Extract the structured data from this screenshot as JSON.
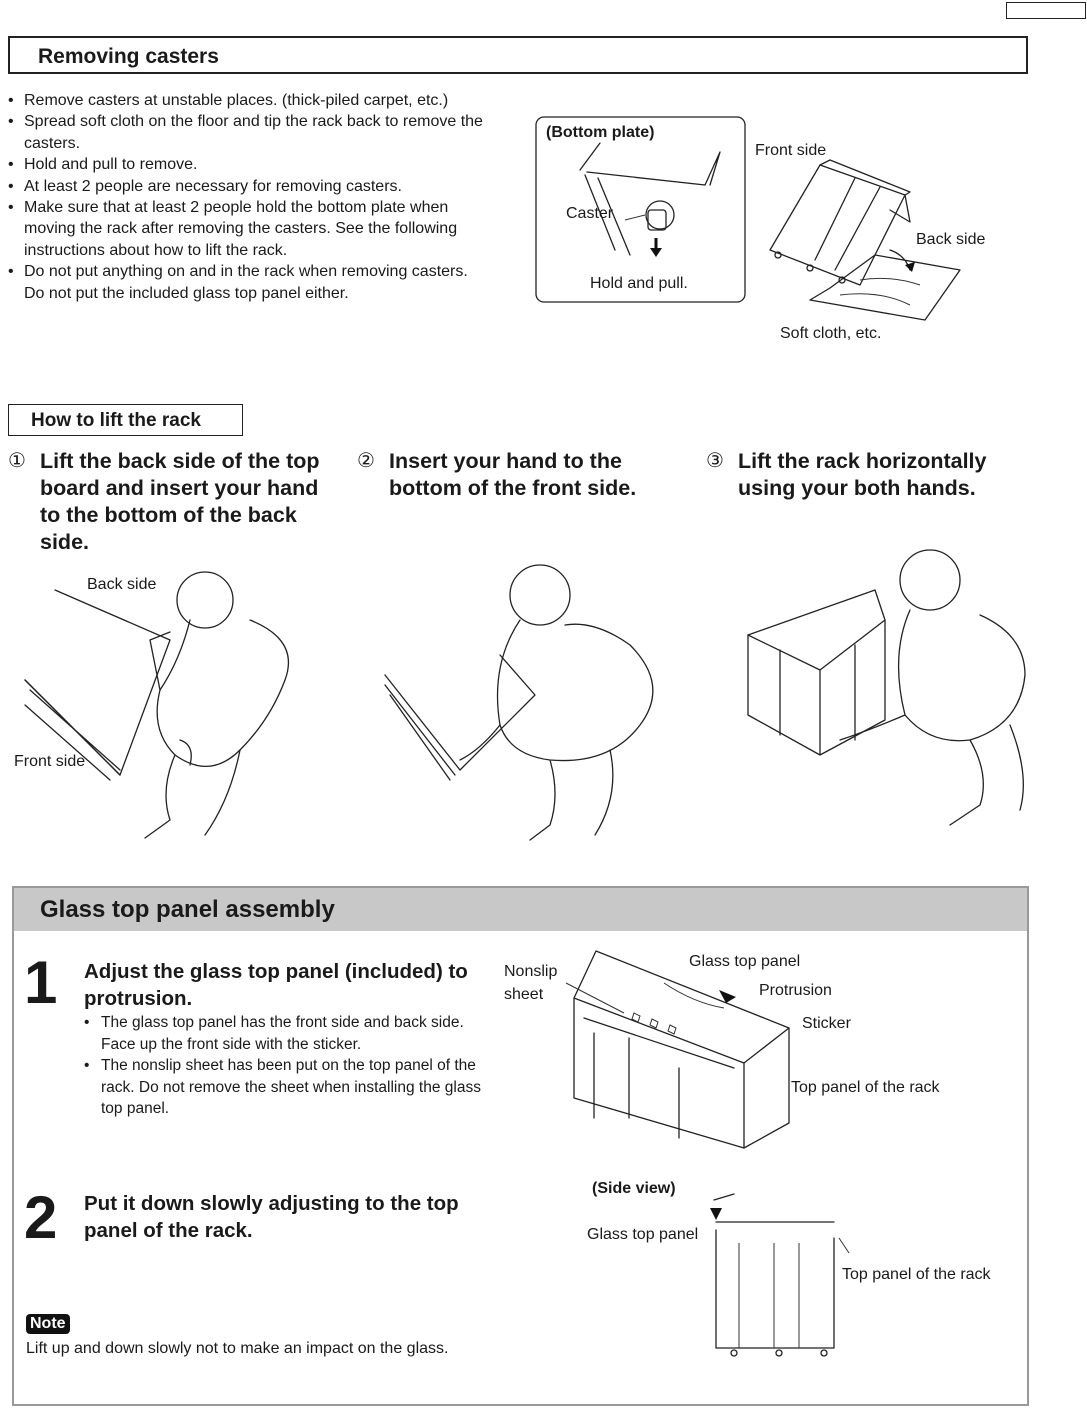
{
  "removing": {
    "heading": "Removing casters",
    "bullets": [
      "Remove casters at unstable places. (thick-piled carpet, etc.)",
      "Spread soft cloth on the floor and tip the rack back to remove the casters.",
      "Hold and pull to remove.",
      "At least 2 people are necessary for removing casters.",
      "Make sure that at least 2 people hold the bottom plate when moving the rack after removing the casters. See the following instructions about how to lift the rack.",
      "Do not put anything on and in the rack when removing casters. Do not put the included glass top panel either."
    ],
    "figure": {
      "bottom_plate": "(Bottom plate)",
      "caster": "Caster",
      "hold_and_pull": "Hold and pull.",
      "front_side": "Front side",
      "back_side": "Back side",
      "soft_cloth": "Soft cloth, etc."
    }
  },
  "lift": {
    "heading": "How to lift the rack",
    "steps": [
      {
        "num": "①",
        "text": "Lift the back side of the top board and insert your hand to the bottom of the back side."
      },
      {
        "num": "②",
        "text": "Insert your hand to the bottom of the front side."
      },
      {
        "num": "③",
        "text": "Lift the rack horizontally using your both hands."
      }
    ],
    "fig_back_side": "Back side",
    "fig_front_side": "Front side"
  },
  "glass": {
    "heading": "Glass top panel assembly",
    "step1": {
      "num": "1",
      "title": "Adjust the glass top panel (included) to protrusion.",
      "bullets": [
        "The glass top panel has the front side and back side. Face up the front side with the sticker.",
        "The nonslip sheet has been put on the top panel of the rack. Do not remove the sheet when installing the glass top panel."
      ]
    },
    "step2": {
      "num": "2",
      "title": "Put it down slowly adjusting to the top panel of the rack."
    },
    "figure1": {
      "nonslip_line1": "Nonslip",
      "nonslip_line2": "sheet",
      "glass_top_panel": "Glass top panel",
      "protrusion": "Protrusion",
      "sticker": "Sticker",
      "top_panel": "Top panel of the rack"
    },
    "figure2": {
      "side_view": "(Side view)",
      "glass_top_panel": "Glass top panel",
      "top_panel": "Top panel of the rack"
    },
    "note_label": "Note",
    "note_text": "Lift up and down slowly not to make an impact on the glass."
  }
}
